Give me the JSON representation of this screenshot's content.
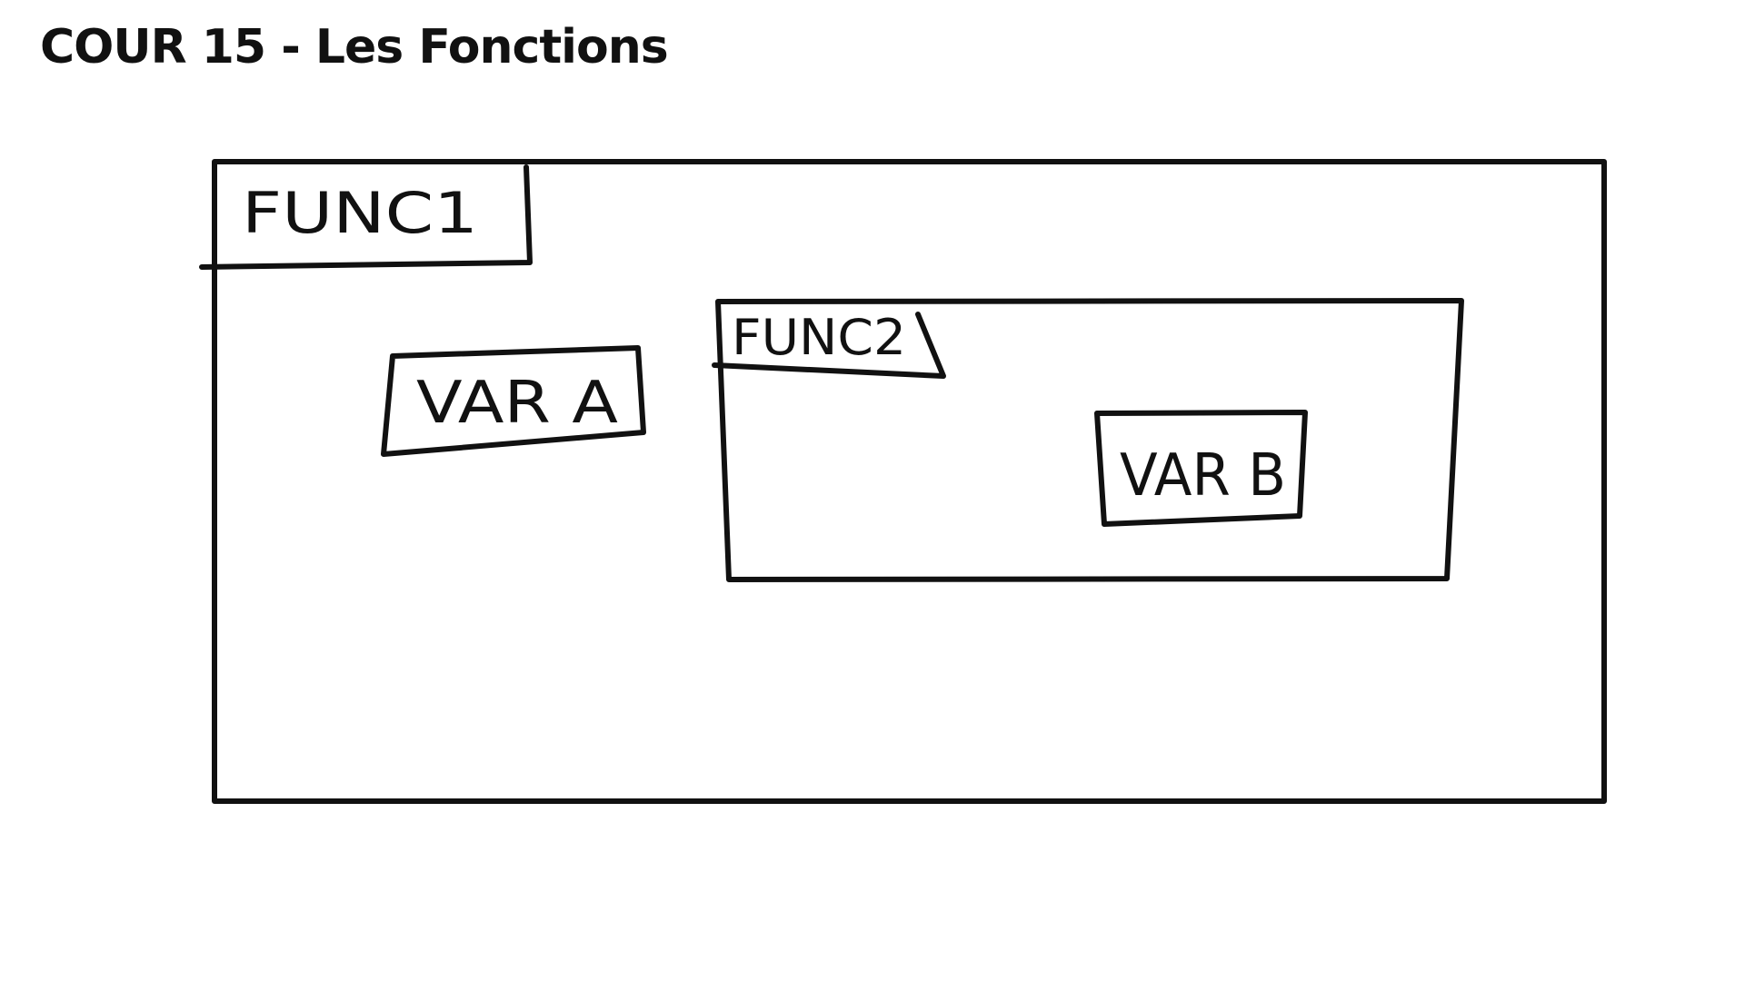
{
  "title": "COUR 15 - Les Fonctions",
  "diagram": {
    "func1_label": "FUNC1",
    "func2_label": "FUNC2",
    "var_a_label": "VAR A",
    "var_b_label": "VAR B"
  }
}
